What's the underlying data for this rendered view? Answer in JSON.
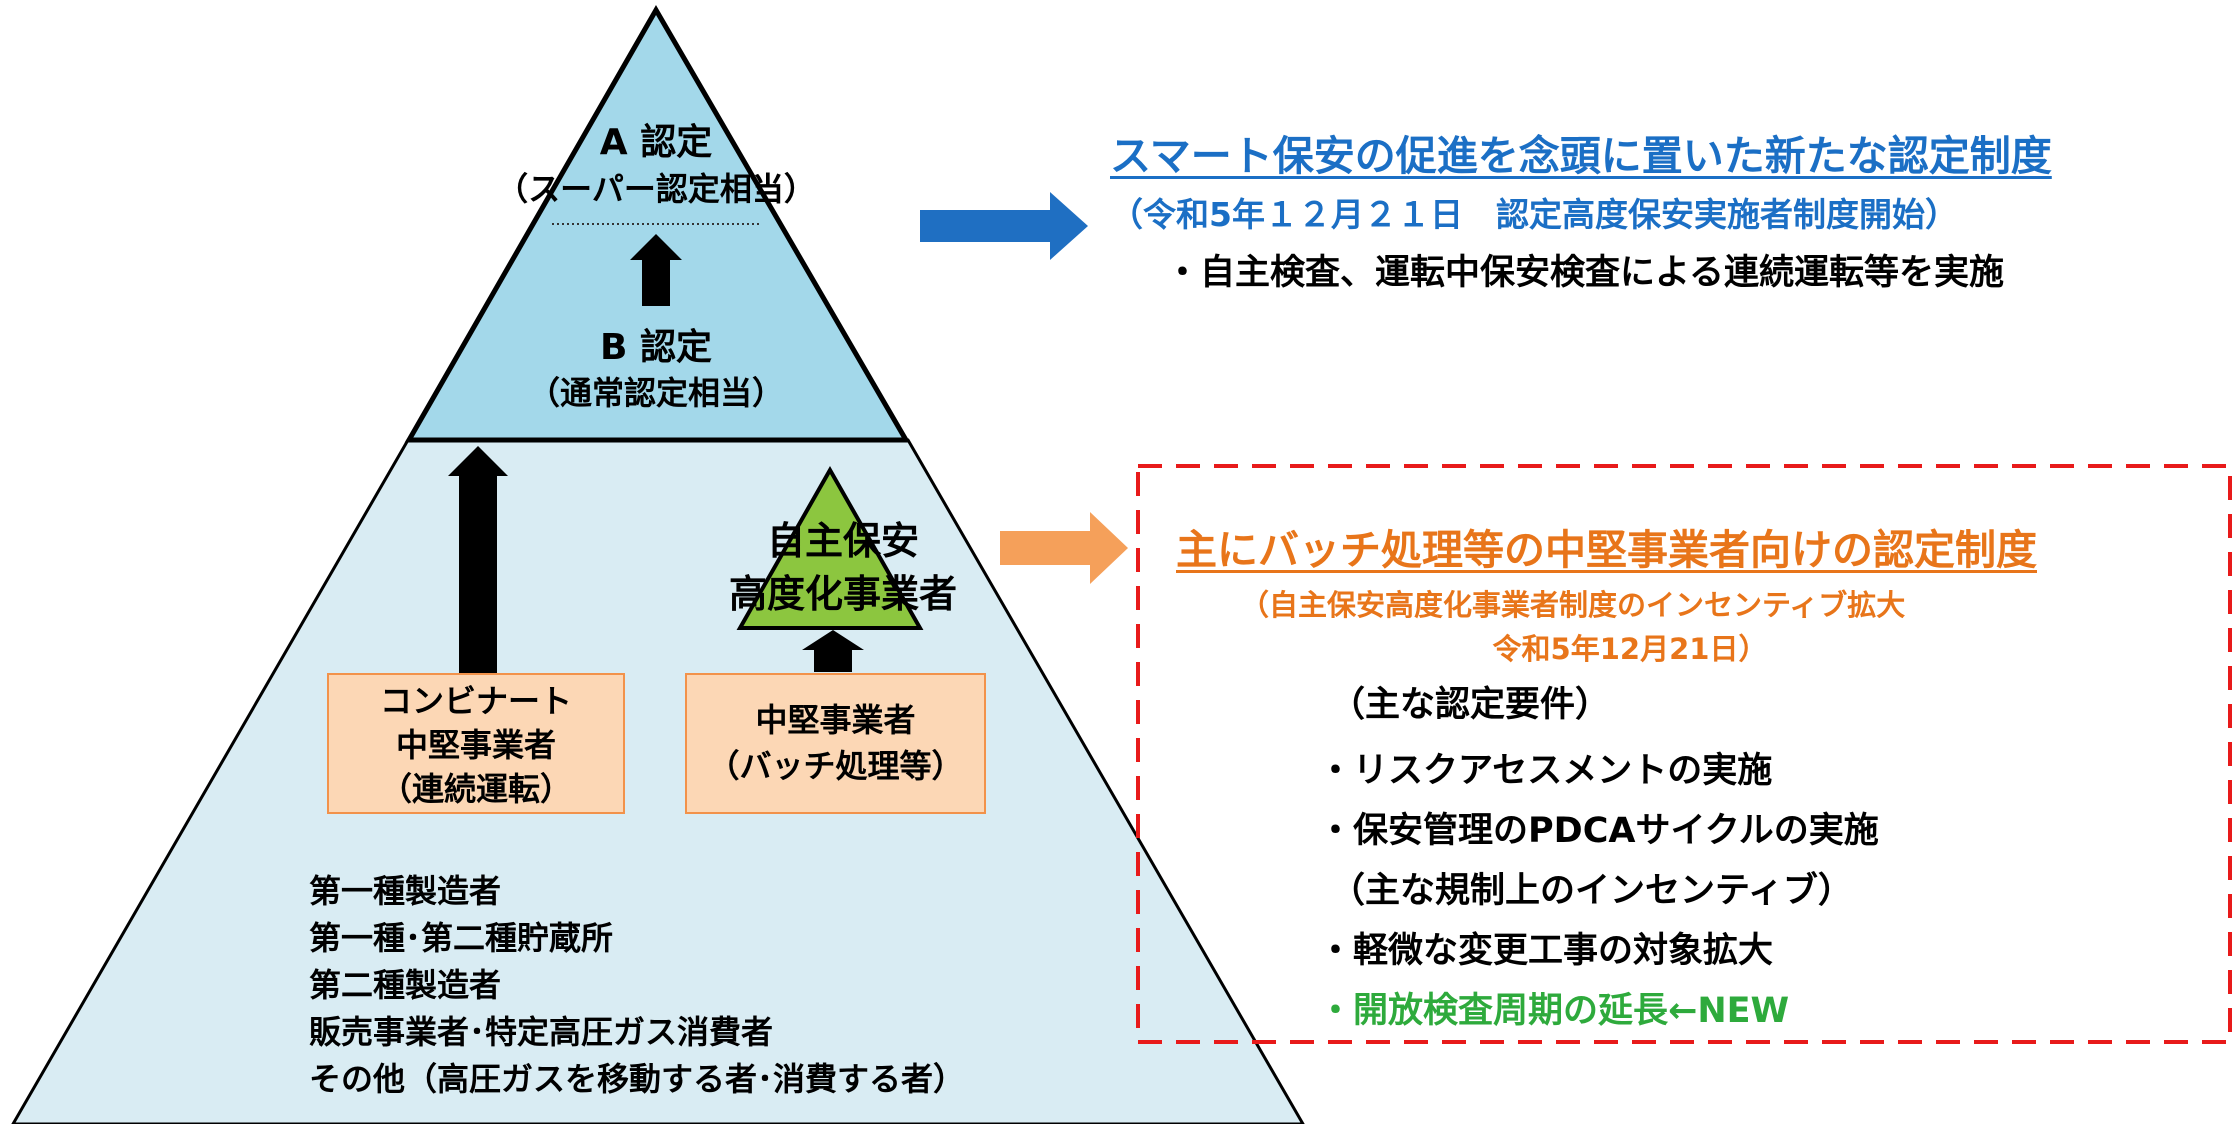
{
  "pyramid": {
    "tier_a": {
      "title": "A 認定",
      "subtitle": "（スーパー認定相当）"
    },
    "tier_b": {
      "title": "B 認定",
      "subtitle": "（通常認定相当）"
    },
    "advanced": {
      "line1": "自主保安",
      "line2": "高度化事業者"
    },
    "box_kombinat": {
      "line1": "コンビナート",
      "line2": "中堅事業者",
      "line3": "（連続運転）"
    },
    "box_midsize": {
      "line1": "中堅事業者",
      "line2": "（バッチ処理等）"
    },
    "base_lines": [
      "第一種製造者",
      "第一種･第二種貯蔵所",
      "第二種製造者",
      "販売事業者･特定高圧ガス消費者",
      "その他（高圧ガスを移動する者･消費する者）"
    ]
  },
  "smart": {
    "title": "スマート保安の促進を念頭に置いた新たな認定制度",
    "subtitle": "（令和5年１２月２１日　認定高度保安実施者制度開始）",
    "item": "・自主検査、運転中保安検査による連続運転等を実施"
  },
  "batch": {
    "title": "主にバッチ処理等の中堅事業者向けの認定制度",
    "subtitle1": "（自主保安高度化事業者制度のインセンティブ拡大",
    "subtitle2": "令和5年12月21日）",
    "req_header": "（主な認定要件）",
    "req_items": [
      "・リスクアセスメントの実施",
      "・保安管理のPDCAサイクルの実施"
    ],
    "inc_header": "（主な規制上のインセンティブ）",
    "inc_items": [
      "・軽微な変更工事の対象拡大"
    ],
    "new_item": "・開放検査周期の延長←NEW"
  },
  "colors": {
    "top_fill": "#a3d8ea",
    "base_fill": "#d9ecf3",
    "box_fill": "#fcd7b5",
    "box_border": "#f2924a",
    "green": "#8cc63f",
    "blue_arrow": "#1f6fc2",
    "orange_arrow": "#f5a05a",
    "blue_text": "#1b6fc5",
    "orange_text": "#e8751a",
    "green_text": "#2eaa3c",
    "red_dash": "#e81a1a"
  }
}
